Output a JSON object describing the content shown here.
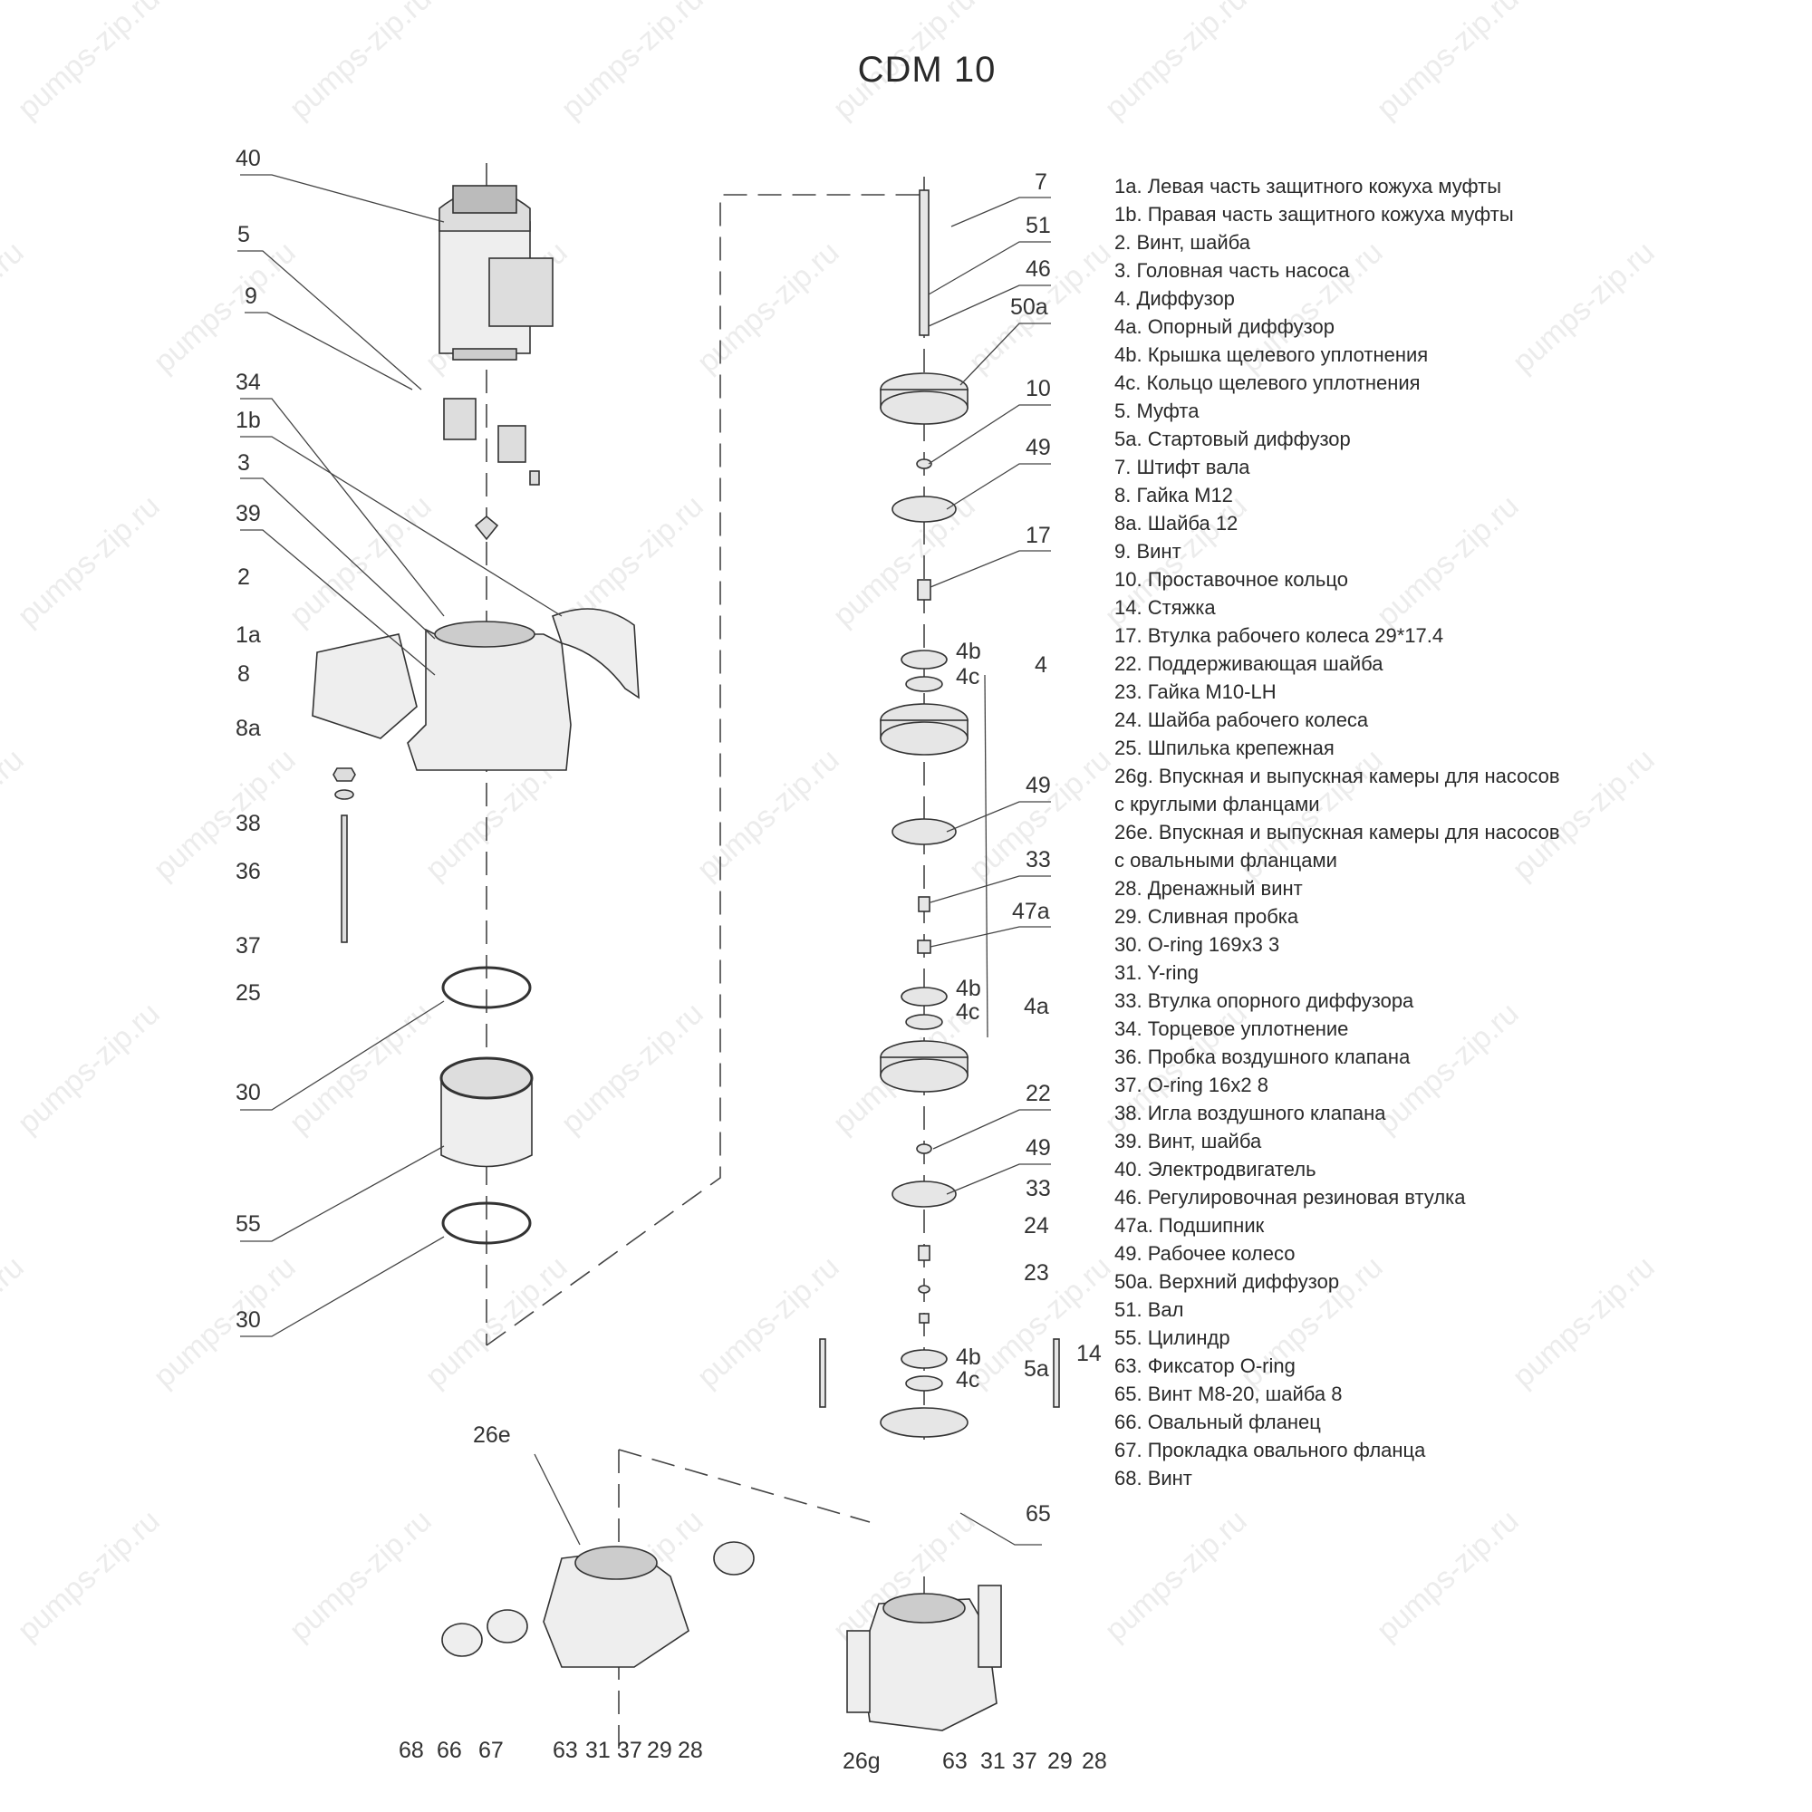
{
  "title": "CDM 10",
  "watermark": "pumps-zip.ru",
  "callouts": [
    "40",
    "5",
    "9",
    "34",
    "1b",
    "3",
    "39",
    "2",
    "1a",
    "8",
    "8a",
    "38",
    "36",
    "37",
    "25",
    "30",
    "55",
    "30",
    "7",
    "51",
    "46",
    "50a",
    "10",
    "49",
    "17",
    "4b",
    "4c",
    "4",
    "49",
    "33",
    "47a",
    "4b",
    "4c",
    "4a",
    "22",
    "49",
    "33",
    "24",
    "23",
    "14",
    "4b",
    "4c",
    "5a",
    "65",
    "26e",
    "68",
    "66",
    "67",
    "63",
    "31",
    "37",
    "29",
    "28",
    "26g",
    "63",
    "31",
    "37",
    "29",
    "28"
  ],
  "legend": [
    "1a. Левая часть защитного кожуха муфты",
    "1b. Правая часть защитного кожуха муфты",
    "2. Винт, шайба",
    "3. Головная часть насоса",
    "4. Диффузор",
    "4a. Опорный диффузор",
    "4b. Крышка щелевого уплотнения",
    "4c. Кольцо щелевого уплотнения",
    "5. Муфта",
    "5a. Стартовый диффузор",
    "7. Штифт вала",
    "8. Гайка M12",
    "8a. Шайба 12",
    "9. Винт",
    "10. Проставочное кольцо",
    "14. Стяжка",
    "17. Втулка рабочего колеса 29*17.4",
    "22. Поддерживающая шайба",
    "23. Гайка M10-LH",
    "24. Шайба рабочего колеса",
    "25. Шпилька крепежная",
    "26g. Впускная и выпускная камеры для насосов с круглыми фланцами",
    "26e. Впускная и выпускная камеры для насосов с овальными фланцами",
    "28. Дренажный винт",
    "29. Сливная пробка",
    "30. O-ring 169x3 3",
    "31. Y-ring",
    "33. Втулка опорного диффузора",
    "34. Торцевое уплотнение",
    "36. Пробка воздушного клапана",
    "37. O-ring 16x2 8",
    "38. Игла воздушного клапана",
    "39. Винт, шайба",
    "40. Электродвигатель",
    "46. Регулировочная резиновая втулка",
    "47a. Подшипник",
    "49. Рабочее колесо",
    "50a. Верхний диффузор",
    "51. Вал",
    "55. Цилиндр",
    "63. Фиксатор O-ring",
    "65. Винт M8-20, шайба 8",
    "66. Овальный фланец",
    "67. Прокладка овального фланца",
    "68. Винт"
  ]
}
